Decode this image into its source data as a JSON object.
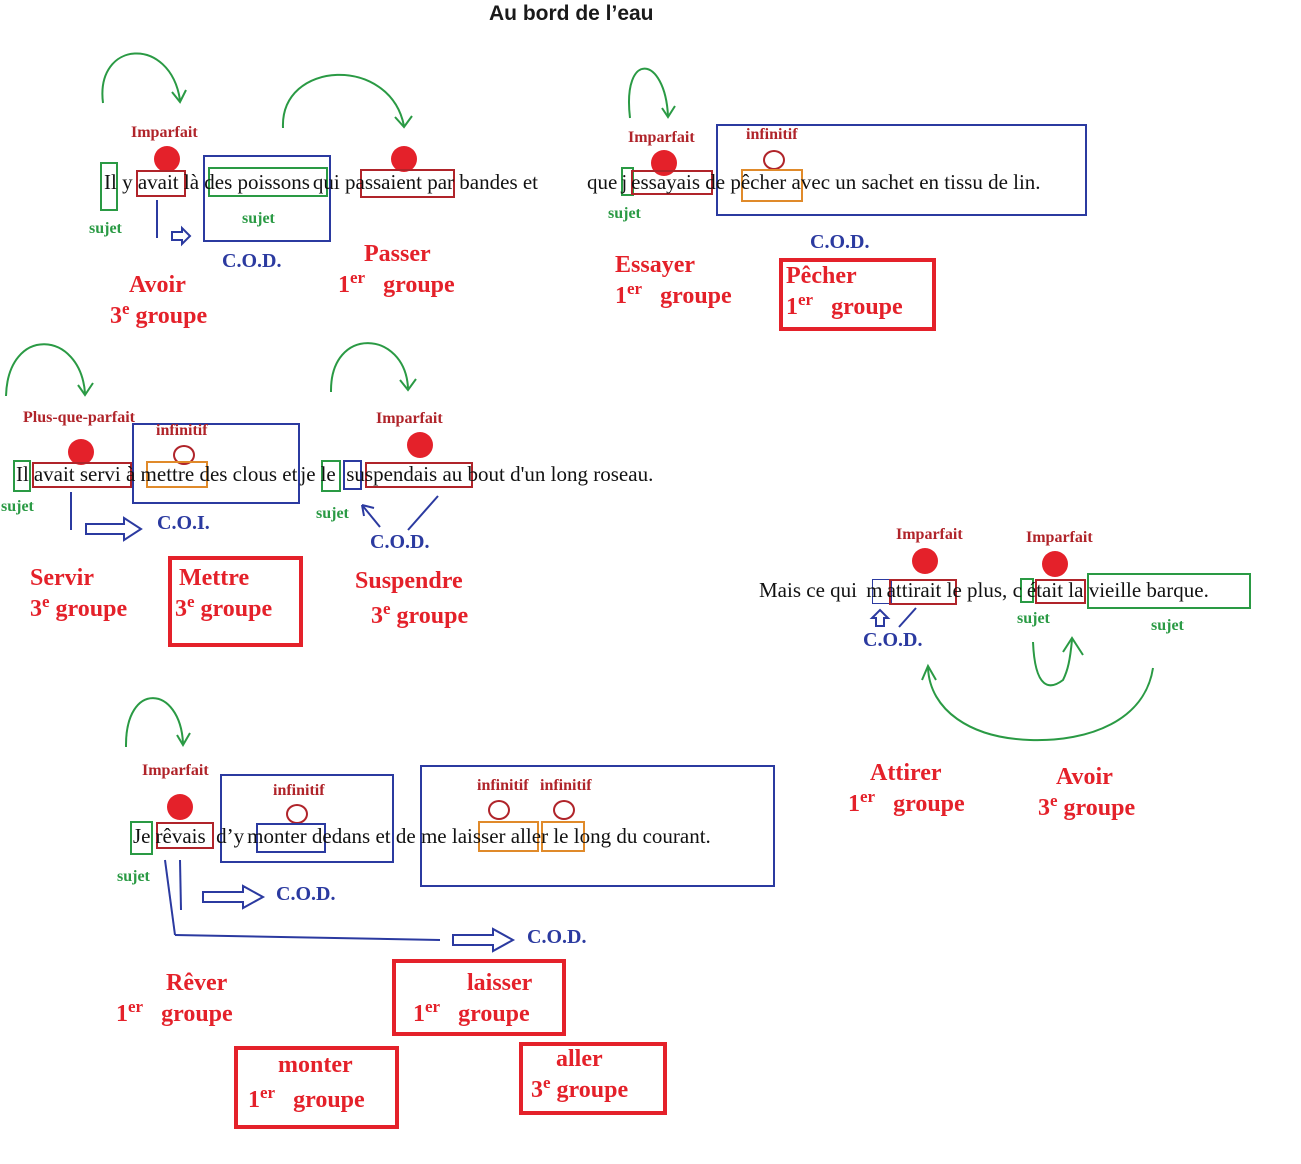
{
  "title": "Au bord de l’eau",
  "labels": {
    "imparfait": "Imparfait",
    "plus_que_parfait": "Plus-que-parfait",
    "infinitif": "infinitif",
    "sujet": "sujet",
    "cod": "C.O.D.",
    "coi": "C.O.I."
  },
  "sentence1": {
    "w_il": "Il",
    "w_y": "y",
    "w_avait": "avait",
    "w_la": "là",
    "w_des_poissons": "des poissons",
    "w_qui": "qui",
    "w_passaient": "passaient",
    "w_rest": "par bandes et",
    "w_que": "que",
    "w_j": "j",
    "w_essayais": "essayais",
    "w_de": "de",
    "w_pecher": "pêcher",
    "w_end": "avec un sachet en tissu de  lin."
  },
  "sentence2": {
    "w_il": "Il",
    "w_avait_servi": "avait servi",
    "w_a": "à",
    "w_mettre": "mettre",
    "w_des_clous": "des clous",
    "w_et": "et",
    "w_je": "je",
    "w_le": "le",
    "w_suspendais": "suspendais",
    "w_end": "au bout d'un long roseau."
  },
  "sentence3": {
    "w_mais": "Mais ce qui",
    "w_m": "m",
    "w_attirait": "attirait",
    "w_le_plus": "le plus,",
    "w_c": "c",
    "w_etait": "était",
    "w_barque": "la vieille barque."
  },
  "sentence4": {
    "w_je": "Je",
    "w_revais": "rêvais",
    "w_dy": "d’y",
    "w_monter": "monter",
    "w_dedans": "dedans",
    "w_et_de_me": "et de me",
    "w_laisser": "laisser",
    "w_aller": "aller",
    "w_end": "le long du  courant."
  },
  "verbs": {
    "avoir1": {
      "infinitive": "Avoir",
      "num": "3",
      "sup": "e",
      "groupe": "groupe"
    },
    "passer": {
      "infinitive": "Passer",
      "num": "1",
      "sup": "er",
      "groupe": "groupe"
    },
    "essayer": {
      "infinitive": "Essayer",
      "num": "1",
      "sup": "er",
      "groupe": "groupe"
    },
    "pecher": {
      "infinitive": "Pêcher",
      "num": "1",
      "sup": "er",
      "groupe": "groupe"
    },
    "servir": {
      "infinitive": "Servir",
      "num": "3",
      "sup": "e",
      "groupe": "groupe"
    },
    "mettre": {
      "infinitive": "Mettre",
      "num": "3",
      "sup": "e",
      "groupe": "groupe"
    },
    "suspendre": {
      "infinitive": "Suspendre",
      "num": "3",
      "sup": "e",
      "groupe": "groupe"
    },
    "attirer": {
      "infinitive": "Attirer",
      "num": "1",
      "sup": "er",
      "groupe": "groupe"
    },
    "avoir2": {
      "infinitive": "Avoir",
      "num": "3",
      "sup": "e",
      "groupe": "groupe"
    },
    "rever": {
      "infinitive": "Rêver",
      "num": "1",
      "sup": "er",
      "groupe": "groupe"
    },
    "laisser": {
      "infinitive": "laisser",
      "num": "1",
      "sup": "er",
      "groupe": "groupe"
    },
    "monter": {
      "infinitive": "monter",
      "num": "1",
      "sup": "er",
      "groupe": "groupe"
    },
    "aller": {
      "infinitive": "aller",
      "num": "3",
      "sup": "e",
      "groupe": "groupe"
    }
  },
  "colors": {
    "verb_red": "#e4212a",
    "tense_red": "#b0242a",
    "subject_green": "#2a9a44",
    "complement_blue": "#2b3aa0",
    "infinitive_orange": "#e08a2a"
  }
}
